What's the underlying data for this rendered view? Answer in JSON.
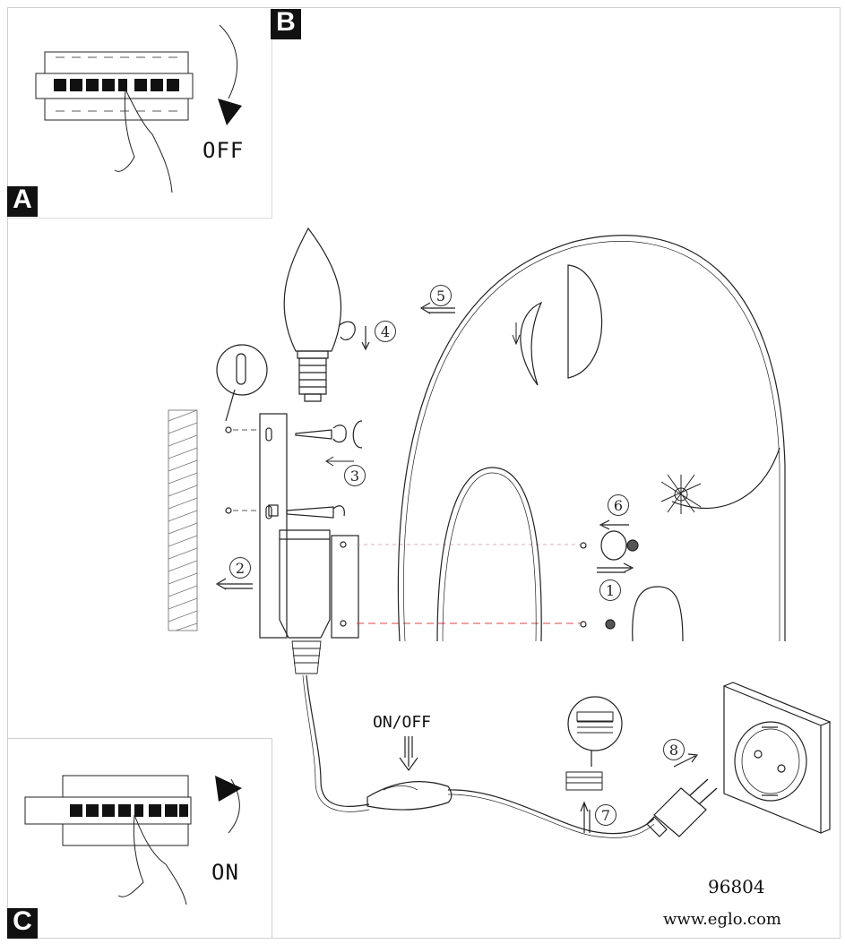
{
  "panels": {
    "a": {
      "tag": "A",
      "label": "OFF"
    },
    "b": {
      "tag": "B"
    },
    "c": {
      "tag": "C",
      "label": "ON"
    }
  },
  "steps": [
    "1",
    "2",
    "3",
    "4",
    "5",
    "6",
    "7",
    "8"
  ],
  "switch_label": "ON/OFF",
  "footer": {
    "model": "96804",
    "website": "www.eglo.com"
  }
}
